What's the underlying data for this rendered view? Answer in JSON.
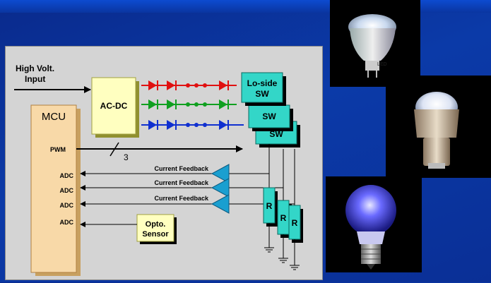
{
  "diagram": {
    "input_label_line1": "High Volt.",
    "input_label_line2": "Input",
    "mcu_label": "MCU",
    "acdc_label": "AC-DC",
    "loside_line1": "Lo-side",
    "loside_line2": "SW",
    "sw2_label": "SW",
    "sw3_label": "SW",
    "pwm_label": "PWM",
    "bus_width": "3",
    "adc_labels": [
      "ADC",
      "ADC",
      "ADC",
      "ADC"
    ],
    "feedback_labels": [
      "Current Feedback",
      "Current Feedback",
      "Current Feedback"
    ],
    "resistor_labels": [
      "R",
      "R",
      "R"
    ],
    "opto_line1": "Opto.",
    "opto_line2": "Sensor"
  },
  "photos": {
    "bulb1_text": "LED"
  },
  "colors": {
    "background": "#0b3aa8",
    "panel": "#d4d4d4",
    "mcu_fill": "#f8d9a8",
    "acdc_fill": "#ffffc0",
    "sw_fill": "#33d6c8",
    "led_red": "#e01010",
    "led_green": "#10a020",
    "led_blue": "#1030d0"
  }
}
